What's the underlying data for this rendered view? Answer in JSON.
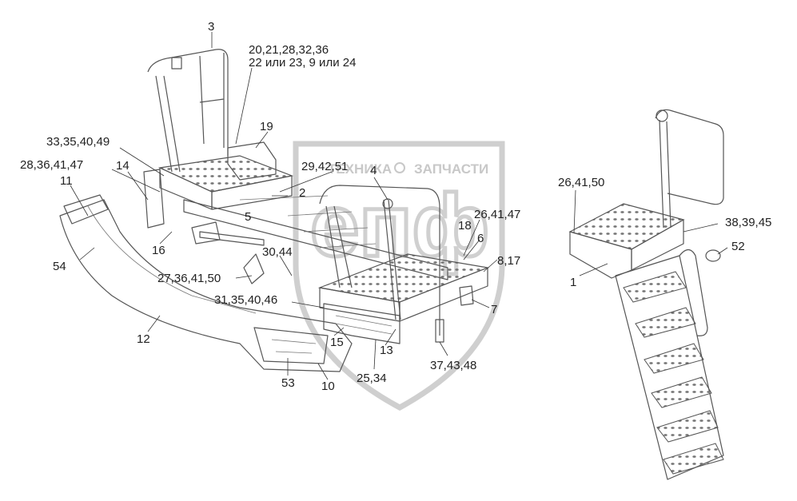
{
  "watermark": {
    "left_text": "ТЕХНИКА",
    "right_text": "ЗАПЧАСТИ",
    "logo_text": "епф"
  },
  "callouts": {
    "c3": "3",
    "c20": "20,21,28,32,36",
    "c22": "22 или 23, 9 или 24",
    "c19": "19",
    "c33": "33,35,40,49",
    "c28": "28,36,41,47",
    "c14": "14",
    "c11": "11",
    "c29": "29,42,51",
    "c4": "4",
    "c2": "2",
    "c5": "5",
    "c26a": "26,41,50",
    "c26b": "26,41,47",
    "c18": "18",
    "c6": "6",
    "c38": "38,39,45",
    "c52": "52",
    "c54": "54",
    "c16": "16",
    "c30": "30,44",
    "c8": "8,17",
    "c27": "27,36,41,50",
    "c1": "1",
    "c31": "31,35,40,46",
    "c7": "7",
    "c12": "12",
    "c15": "15",
    "c13": "13",
    "c37": "37,43,48",
    "c53": "53",
    "c10": "10",
    "c25": "25,34"
  }
}
